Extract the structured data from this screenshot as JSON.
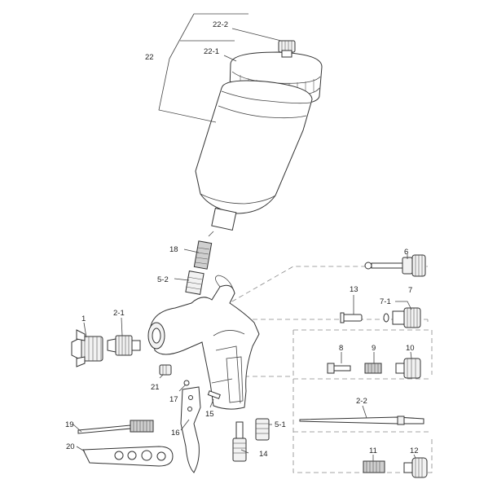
{
  "labels": {
    "p22": "22",
    "p22_1": "22-1",
    "p22_2": "22-2",
    "p18": "18",
    "p6": "6",
    "p5_2": "5-2",
    "p13": "13",
    "p7": "7",
    "p7_1": "7-1",
    "p1": "1",
    "p2_1": "2-1",
    "p8": "8",
    "p9": "9",
    "p10": "10",
    "p21": "21",
    "p17": "17",
    "p15": "15",
    "p2_2": "2-2",
    "p16": "16",
    "p5_1": "5-1",
    "p19": "19",
    "p20": "20",
    "p11": "11",
    "p12": "12",
    "p14": "14"
  },
  "colors": {
    "stroke": "#333333",
    "fill_light": "#f2f2f2",
    "fill_dark": "#cfcfcf",
    "leader": "#444444",
    "dashed": "#888888"
  }
}
